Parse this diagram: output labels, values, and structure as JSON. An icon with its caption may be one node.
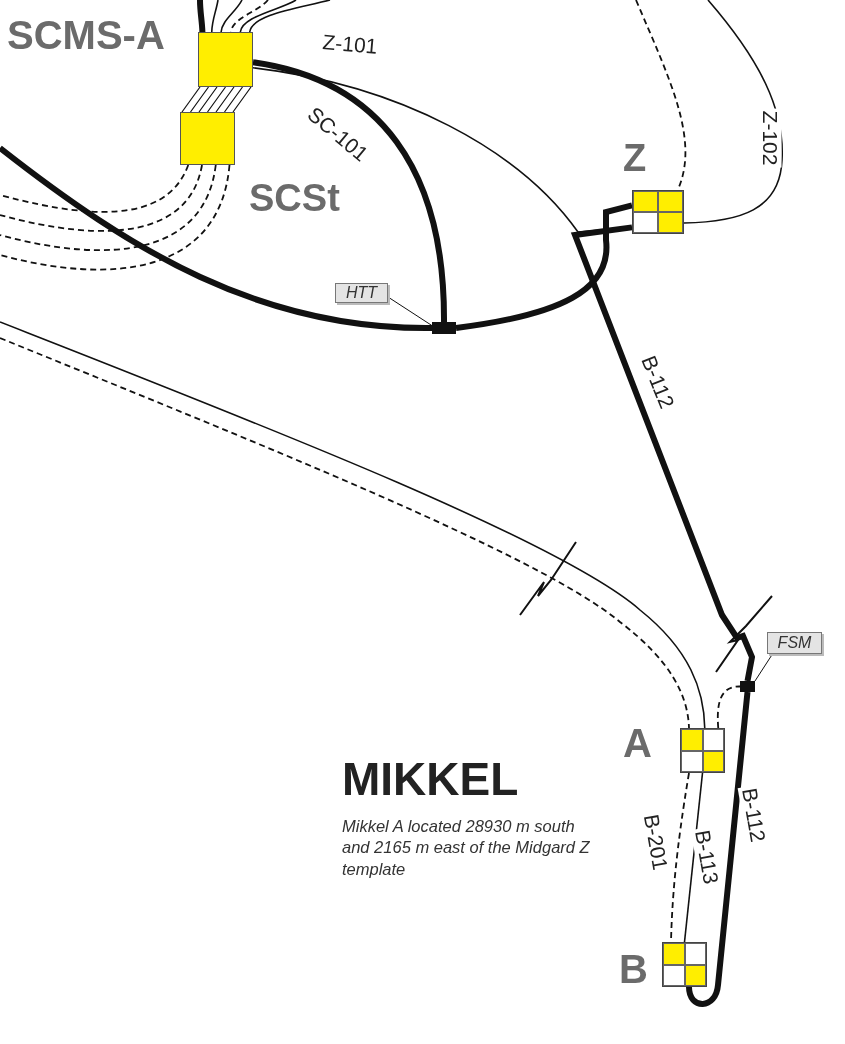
{
  "diagram": {
    "nodes": [
      {
        "text": [],
        "shape": "box",
        "beside": [
          "SCMS-A"
        ]
      },
      {
        "text": [],
        "shape": "box",
        "beside": [
          "SCSt"
        ]
      },
      {
        "text": [],
        "shape": "box",
        "beside": [
          "Z"
        ]
      },
      {
        "text": [],
        "shape": "box",
        "beside": [
          "A"
        ]
      },
      {
        "text": [],
        "shape": "box",
        "beside": [
          "B"
        ]
      },
      {
        "text": [
          "HTT"
        ]
      },
      {
        "text": [],
        "shape": "bar"
      },
      {
        "text": [
          "FSM"
        ]
      },
      {
        "text": [],
        "shape": "bar"
      }
    ],
    "edges": [
      {
        "from": null,
        "to": 0,
        "arrow": "none",
        "style": "thick"
      },
      {
        "from": null,
        "to": 0,
        "arrow": "none"
      },
      {
        "from": null,
        "to": 0,
        "arrow": "none"
      },
      {
        "from": null,
        "to": 0,
        "arrow": "none",
        "style": "dashed"
      },
      {
        "from": null,
        "to": 0,
        "arrow": "none"
      },
      {
        "from": null,
        "to": 0,
        "arrow": "none"
      },
      {
        "from": 0,
        "to": 1,
        "arrow": "none"
      },
      {
        "from": 0,
        "to": 2,
        "arrow": "none",
        "label": "Z-101"
      },
      {
        "from": 0,
        "to": 6,
        "arrow": "none",
        "label": "SC-101",
        "style": "thick"
      },
      {
        "from": null,
        "to": 6,
        "arrow": "none",
        "style": "thick"
      },
      {
        "from": 6,
        "to": 2,
        "arrow": "none",
        "style": "thick"
      },
      {
        "from": null,
        "to": 2,
        "arrow": "none",
        "label": "Z-102"
      },
      {
        "from": null,
        "to": 2,
        "arrow": "none",
        "style": "dashed"
      },
      {
        "from": 1,
        "to": null,
        "arrow": "none",
        "style": "dashed"
      },
      {
        "from": 1,
        "to": null,
        "arrow": "none",
        "style": "dashed"
      },
      {
        "from": 1,
        "to": null,
        "arrow": "none",
        "style": "dashed"
      },
      {
        "from": 1,
        "to": null,
        "arrow": "none",
        "style": "dashed"
      },
      {
        "from": 2,
        "to": 8,
        "arrow": "none",
        "label": "B-112",
        "style": "thick"
      },
      {
        "from": 8,
        "to": 4,
        "arrow": "none",
        "label": "B-112",
        "style": "thick"
      },
      {
        "from": 3,
        "to": 8,
        "arrow": "none",
        "style": "dashed"
      },
      {
        "from": null,
        "to": 3,
        "arrow": "none"
      },
      {
        "from": null,
        "to": 3,
        "arrow": "none",
        "style": "dashed"
      },
      {
        "from": 3,
        "to": 4,
        "arrow": "none",
        "label": "B-201",
        "style": "dashed"
      },
      {
        "from": 3,
        "to": 4,
        "arrow": "none",
        "label": "B-113"
      },
      {
        "from": 5,
        "to": 6,
        "arrow": "none"
      },
      {
        "from": 7,
        "to": 8,
        "arrow": "none"
      }
    ],
    "labels": [
      "MIKKEL",
      "Mikkel A located 28930 m south and 2165 m east of the Midgard Z template"
    ]
  }
}
